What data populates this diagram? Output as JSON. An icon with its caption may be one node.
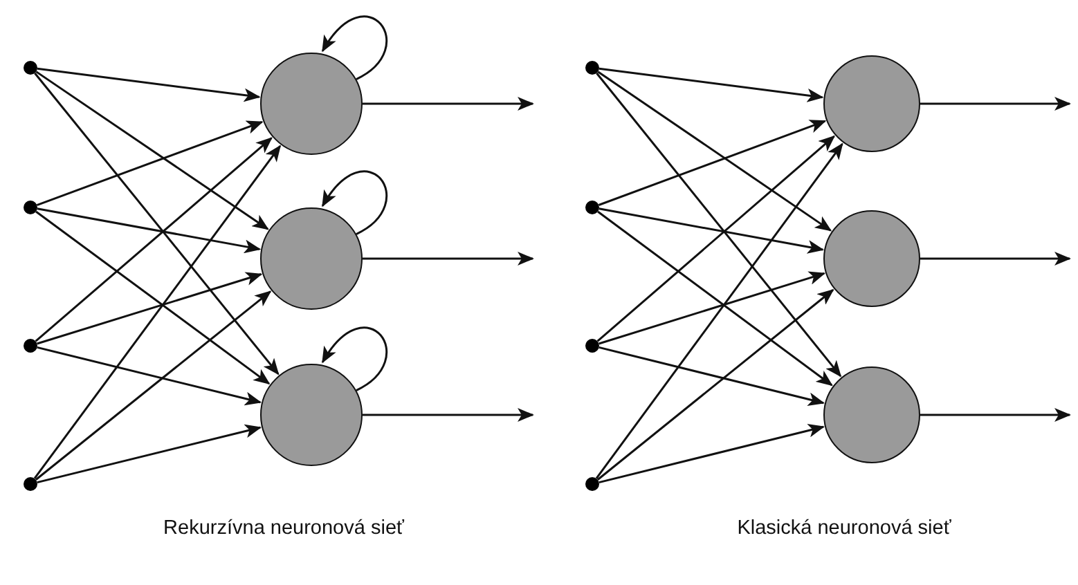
{
  "diagram": {
    "nodes": [
      {
        "text": [],
        "shape": "circle"
      },
      {
        "text": [],
        "shape": "circle"
      },
      {
        "text": [],
        "shape": "circle"
      },
      {
        "text": [],
        "shape": "circle"
      },
      {
        "text": [],
        "shape": "circle"
      },
      {
        "text": [],
        "shape": "circle"
      },
      {
        "text": [],
        "shape": "circle"
      },
      {
        "text": [],
        "shape": "circle"
      },
      {
        "text": [],
        "shape": "circle"
      },
      {
        "text": [],
        "shape": "circle"
      },
      {
        "text": [],
        "shape": "circle"
      },
      {
        "text": [],
        "shape": "circle"
      },
      {
        "text": [],
        "shape": "circle"
      },
      {
        "text": [],
        "shape": "circle"
      }
    ],
    "edges": [
      {
        "from": 0,
        "to": 4,
        "arrow": "to"
      },
      {
        "from": 0,
        "to": 5,
        "arrow": "to"
      },
      {
        "from": 0,
        "to": 6,
        "arrow": "to"
      },
      {
        "from": 1,
        "to": 4,
        "arrow": "to"
      },
      {
        "from": 1,
        "to": 5,
        "arrow": "to"
      },
      {
        "from": 1,
        "to": 6,
        "arrow": "to"
      },
      {
        "from": 2,
        "to": 4,
        "arrow": "to"
      },
      {
        "from": 2,
        "to": 5,
        "arrow": "to"
      },
      {
        "from": 2,
        "to": 6,
        "arrow": "to"
      },
      {
        "from": 3,
        "to": 4,
        "arrow": "to"
      },
      {
        "from": 3,
        "to": 5,
        "arrow": "to"
      },
      {
        "from": 3,
        "to": 6,
        "arrow": "to"
      },
      {
        "from": 4,
        "to": 4,
        "arrow": "to"
      },
      {
        "from": 5,
        "to": 5,
        "arrow": "to"
      },
      {
        "from": 6,
        "to": 6,
        "arrow": "to"
      },
      {
        "from": 4,
        "to": null,
        "arrow": "to"
      },
      {
        "from": 5,
        "to": null,
        "arrow": "to"
      },
      {
        "from": 6,
        "to": null,
        "arrow": "to"
      },
      {
        "from": 7,
        "to": 11,
        "arrow": "to"
      },
      {
        "from": 7,
        "to": 12,
        "arrow": "to"
      },
      {
        "from": 7,
        "to": 13,
        "arrow": "to"
      },
      {
        "from": 8,
        "to": 11,
        "arrow": "to"
      },
      {
        "from": 8,
        "to": 12,
        "arrow": "to"
      },
      {
        "from": 8,
        "to": 13,
        "arrow": "to"
      },
      {
        "from": 9,
        "to": 11,
        "arrow": "to"
      },
      {
        "from": 9,
        "to": 12,
        "arrow": "to"
      },
      {
        "from": 9,
        "to": 13,
        "arrow": "to"
      },
      {
        "from": 10,
        "to": 11,
        "arrow": "to"
      },
      {
        "from": 10,
        "to": 12,
        "arrow": "to"
      },
      {
        "from": 10,
        "to": 13,
        "arrow": "to"
      },
      {
        "from": 11,
        "to": null,
        "arrow": "to"
      },
      {
        "from": 12,
        "to": null,
        "arrow": "to"
      },
      {
        "from": 13,
        "to": null,
        "arrow": "to"
      }
    ],
    "labels": [
      "Rekurzívna neuronová sieť",
      "Klasická neuronová sieť"
    ]
  }
}
